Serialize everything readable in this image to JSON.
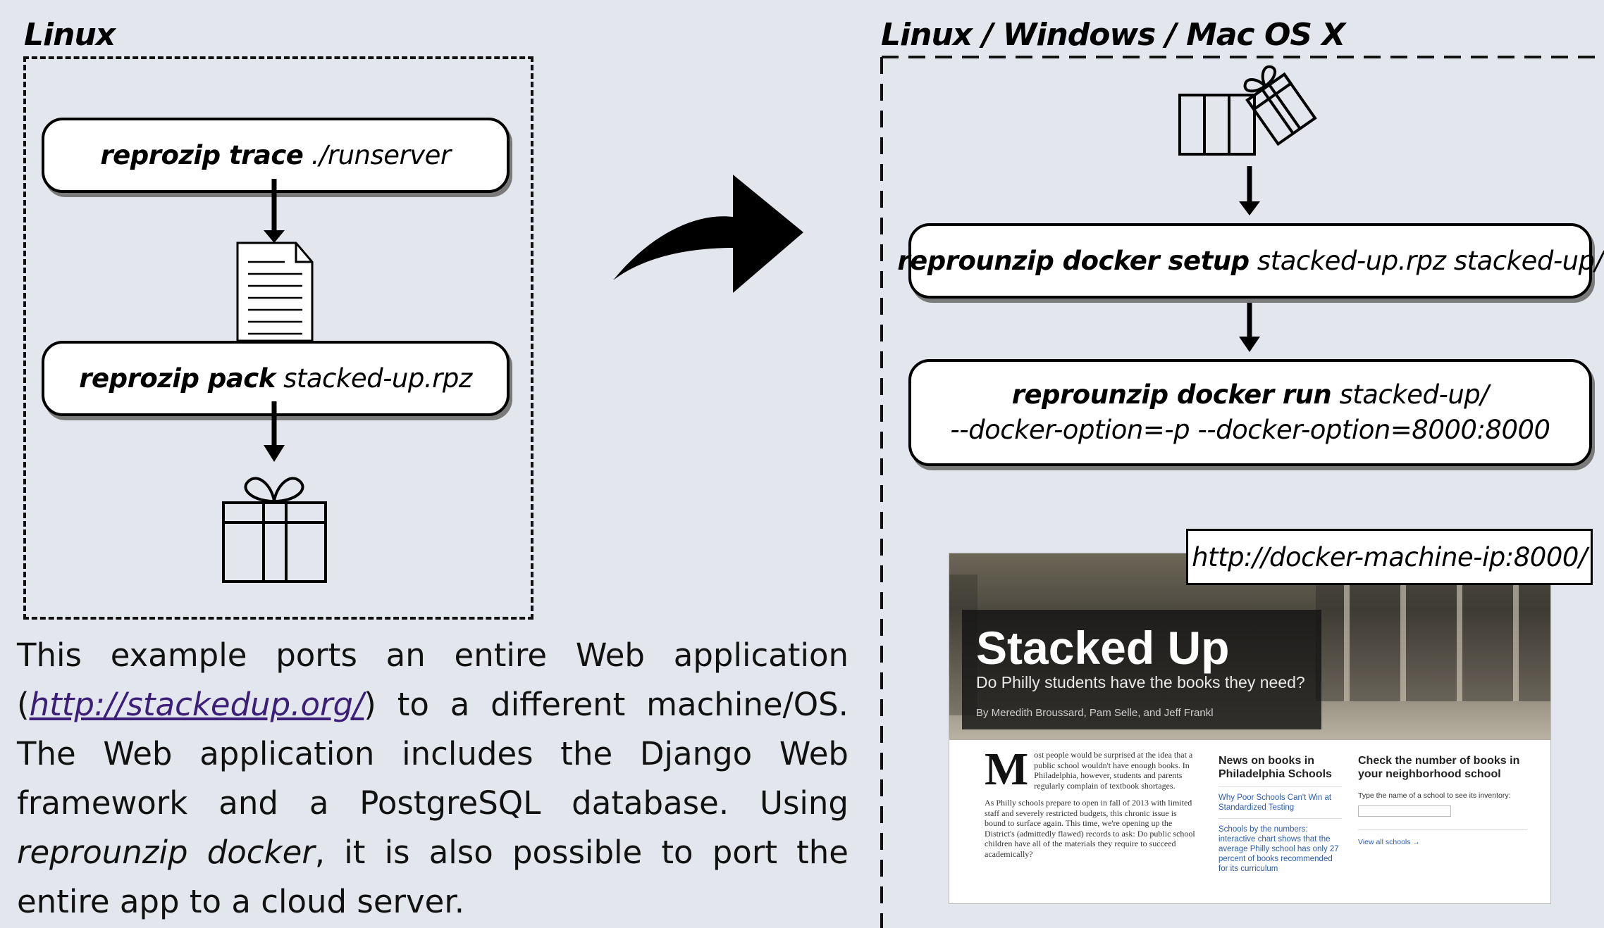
{
  "left_panel": {
    "title": "Linux",
    "trace_cmd": {
      "bold": "reprozip trace",
      "rest": " ./runserver"
    },
    "pack_cmd": {
      "bold": "reprozip pack",
      "rest": " stacked-up.rpz"
    }
  },
  "right_panel": {
    "title": "Linux / Windows / Mac OS X",
    "setup_cmd": {
      "bold": "reprounzip docker setup",
      "rest": " stacked-up.rpz stacked-up/"
    },
    "run_cmd": {
      "bold": "reprounzip docker run",
      "rest": " stacked-up/",
      "line2": "--docker-option=-p --docker-option=8000:8000"
    },
    "url": "http://docker-machine-ip:8000/"
  },
  "description": {
    "p1": "This example ports an entire Web application (",
    "link": "http://stackedup.org/",
    "p2": ") to a different machine/OS. The Web application includes the Django Web framework and a PostgreSQL database. Using ",
    "em": "reprounzip docker",
    "p3": ", it is also possible to port the entire app to a cloud server."
  },
  "screenshot": {
    "title": "Stacked Up",
    "subtitle": "Do Philly students have the books they need?",
    "byline": "By Meredith Broussard, Pam Selle, and Jeff Frankl",
    "dropcap": "M",
    "article_p1": "ost people would be surprised at the idea that a public school wouldn't have enough books. In Philadelphia, however, students and parents regularly complain of textbook shortages.",
    "article_p2": "As Philly schools prepare to open in fall of 2013 with limited staff and severely restricted budgets, this chronic issue is bound to surface again. This time, we're opening up the District's (admittedly flawed) records to ask: Do public school children have all of the materials they require to succeed academically?",
    "news_heading": "News on books in Philadelphia Schools",
    "news_link1": "Why Poor Schools Can't Win at Standardized Testing",
    "news_link2": "Schools by the numbers: interactive chart shows that the average Philly school has only 27 percent of books recommended for its curriculum",
    "check_heading": "Check the number of books in your neighborhood school",
    "check_label": "Type the name of a school to see its inventory:",
    "view_all": "View all schools →"
  }
}
